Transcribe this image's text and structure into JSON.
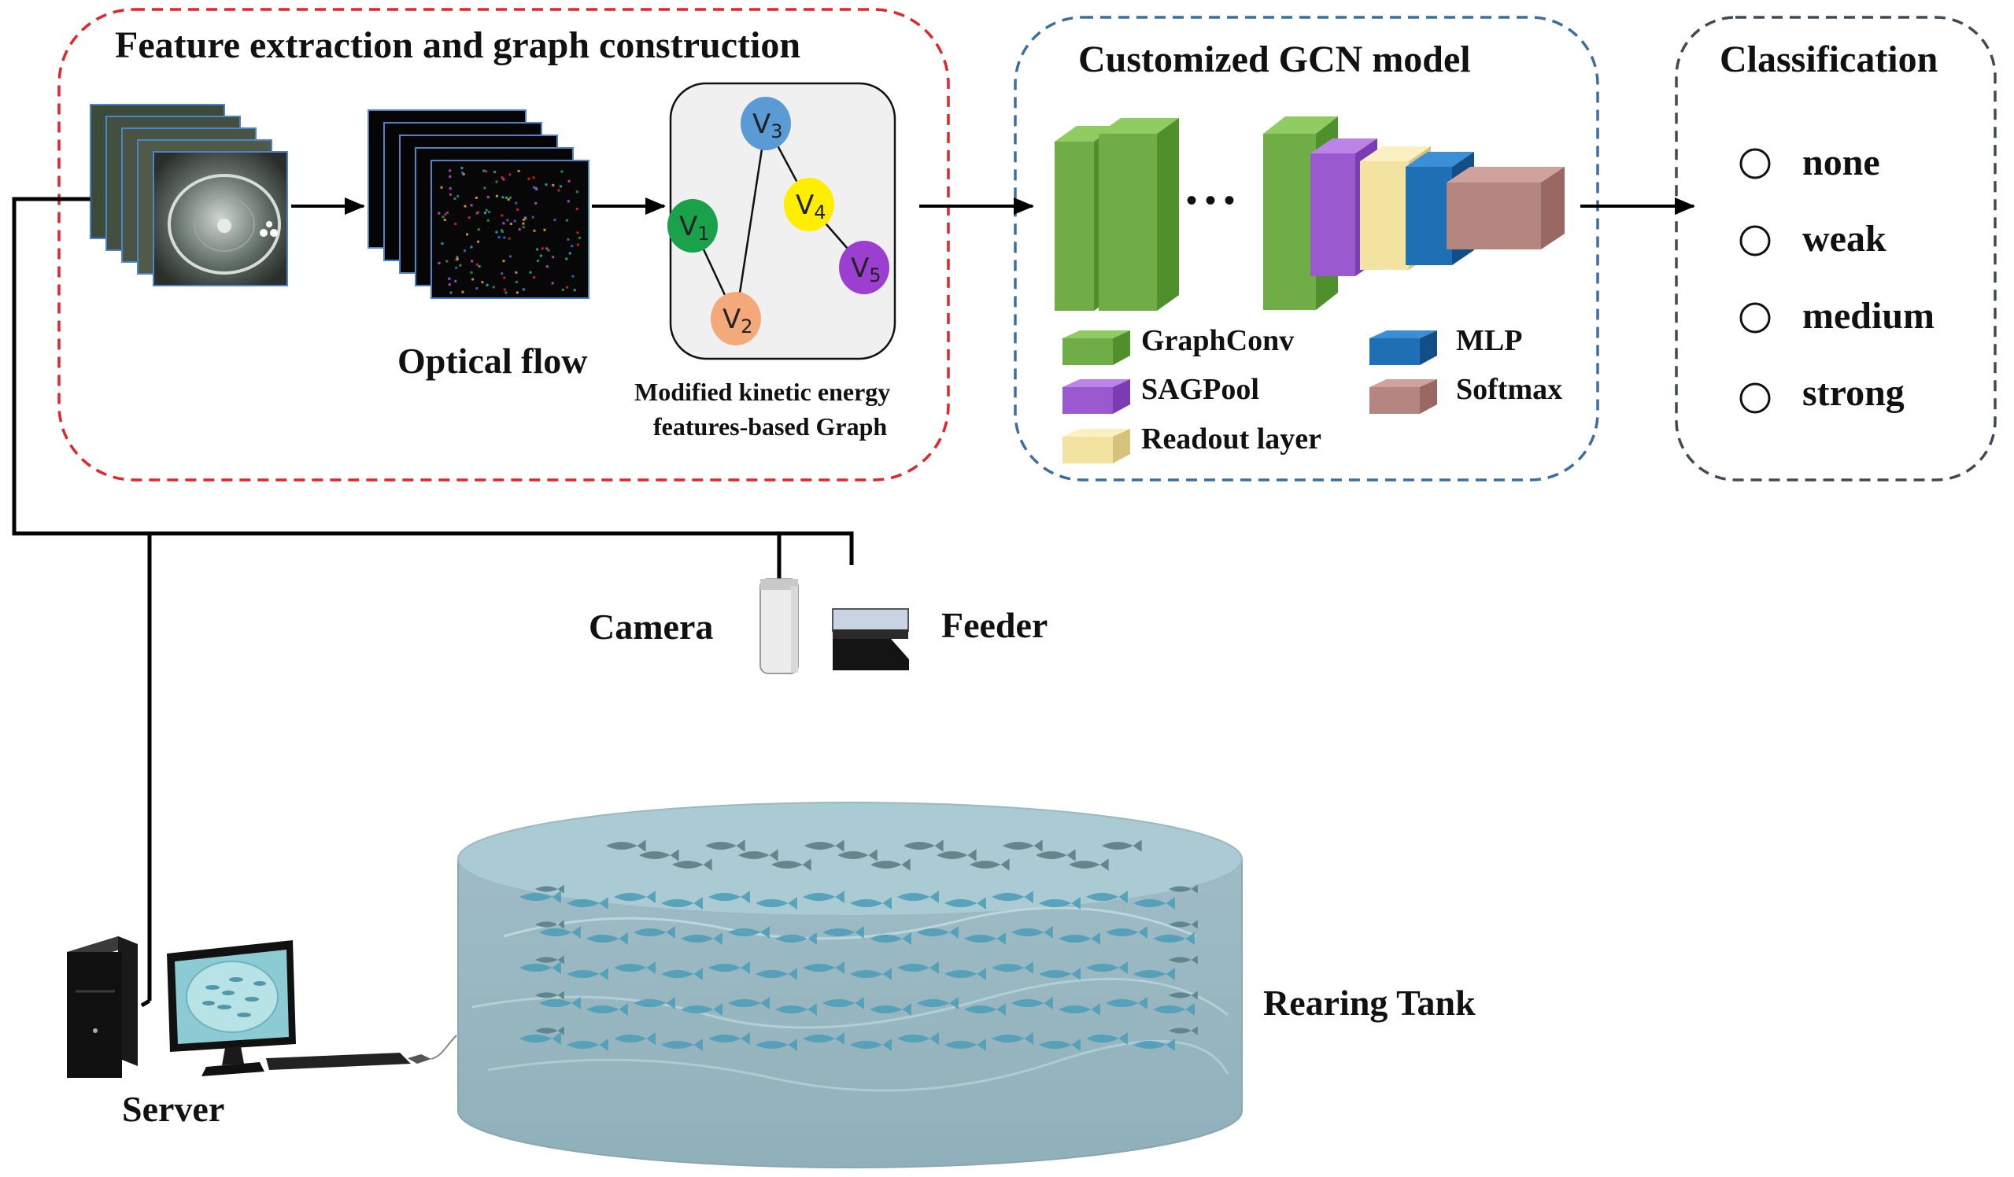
{
  "feature_section": {
    "title": "Feature extraction and graph construction",
    "optical_flow_label": "Optical flow",
    "graph_label_line1": "Modified kinetic energy",
    "graph_label_line2": "features-based Graph",
    "nodes": [
      {
        "id": "v1",
        "label": "V",
        "sub": "1",
        "color": "#1aa24a"
      },
      {
        "id": "v2",
        "label": "V",
        "sub": "2",
        "color": "#f4a97b"
      },
      {
        "id": "v3",
        "label": "V",
        "sub": "3",
        "color": "#5b9bd5"
      },
      {
        "id": "v4",
        "label": "V",
        "sub": "4",
        "color": "#ffee00"
      },
      {
        "id": "v5",
        "label": "V",
        "sub": "5",
        "color": "#9b3fd1"
      }
    ],
    "edges": [
      [
        "v3",
        "v2"
      ],
      [
        "v1",
        "v2"
      ],
      [
        "v3",
        "v4"
      ],
      [
        "v4",
        "v5"
      ]
    ]
  },
  "gcn_section": {
    "title": "Customized  GCN model",
    "ellipsis": "• • •",
    "legend": [
      {
        "id": "graphconv",
        "label": "GraphConv",
        "color": "#70ad47"
      },
      {
        "id": "sagpool",
        "label": "SAGPool",
        "color": "#9b59d0"
      },
      {
        "id": "readout",
        "label": "Readout layer",
        "color": "#f3e3a0"
      },
      {
        "id": "mlp",
        "label": "MLP",
        "color": "#1f6fb5"
      },
      {
        "id": "softmax",
        "label": "Softmax",
        "color": "#b58580"
      }
    ]
  },
  "classification_section": {
    "title": "Classification",
    "options": [
      "none",
      "weak",
      "medium",
      "strong"
    ]
  },
  "hardware": {
    "camera_label": "Camera",
    "feeder_label": "Feeder",
    "server_label": "Server",
    "tank_label": "Rearing Tank"
  },
  "colors": {
    "feature_border": "#e0262a",
    "gcn_border": "#3a6f9f",
    "class_border": "#404a55",
    "water": "#a9c6cf",
    "fish": "#4f9fb8"
  }
}
